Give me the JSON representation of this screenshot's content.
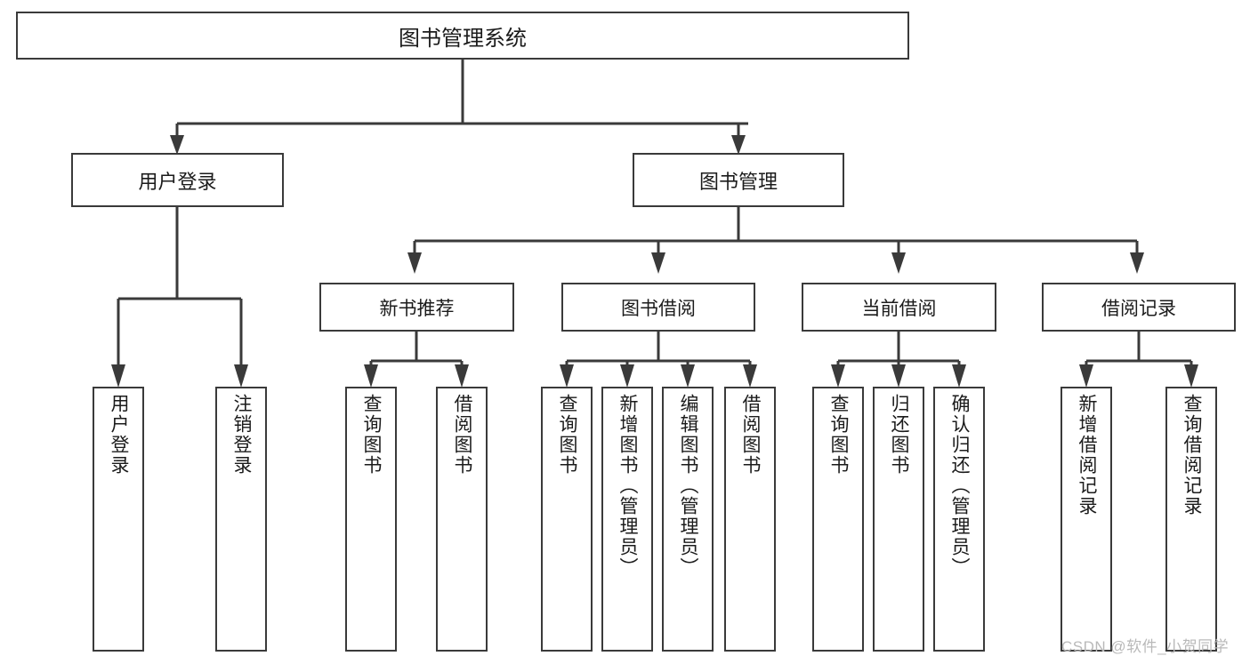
{
  "diagram": {
    "title": "图书管理系统",
    "type": "tree",
    "root": {
      "label": "图书管理系统"
    },
    "level1": [
      {
        "label": "用户登录"
      },
      {
        "label": "图书管理"
      }
    ],
    "level2": [
      {
        "label": "新书推荐"
      },
      {
        "label": "图书借阅"
      },
      {
        "label": "当前借阅"
      },
      {
        "label": "借阅记录"
      }
    ],
    "leaves": {
      "user_login": [
        {
          "label": "用户登录"
        },
        {
          "label": "注销登录"
        }
      ],
      "new_book_recommend": [
        {
          "label": "查询图书"
        },
        {
          "label": "借阅图书"
        }
      ],
      "book_borrow": [
        {
          "label": "查询图书"
        },
        {
          "label": "新增图书（管理员）"
        },
        {
          "label": "编辑图书（管理员）"
        },
        {
          "label": "借阅图书"
        }
      ],
      "current_borrow": [
        {
          "label": "查询图书"
        },
        {
          "label": "归还图书"
        },
        {
          "label": "确认归还（管理员）"
        }
      ],
      "borrow_record": [
        {
          "label": "新增借阅记录"
        },
        {
          "label": "查询借阅记录"
        }
      ]
    }
  },
  "watermark": {
    "text": "CSDN @软件_小贺同学"
  },
  "colors": {
    "stroke": "#3a3a3a",
    "text": "#1b1b1b",
    "background": "#ffffff",
    "watermark": "#b9b9b9"
  }
}
